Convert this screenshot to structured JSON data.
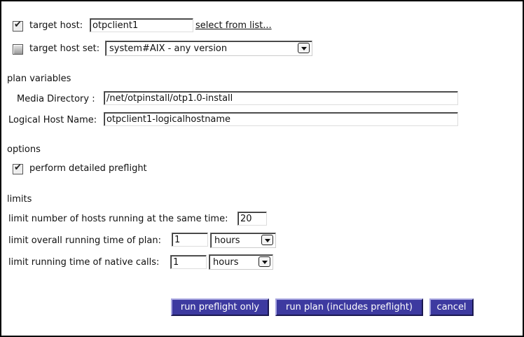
{
  "target_host": {
    "checked": true,
    "label": "target host:",
    "value": "otpclient1",
    "select_link": "select from list..."
  },
  "target_host_set": {
    "checked": false,
    "label": "target host set:",
    "selected": "system#AIX - any version"
  },
  "plan_variables": {
    "heading": "plan variables",
    "media_directory": {
      "label": "Media Directory :",
      "value": "/net/otpinstall/otp1.0-install"
    },
    "logical_host_name": {
      "label": "Logical Host Name:",
      "value": "otpclient1-logicalhostname"
    }
  },
  "options": {
    "heading": "options",
    "detailed_preflight": {
      "checked": true,
      "label": "perform detailed preflight"
    }
  },
  "limits": {
    "heading": "limits",
    "hosts": {
      "label": "limit number of hosts running at the same time:",
      "value": "20"
    },
    "plan_time": {
      "label": "limit overall running time of plan:",
      "value": "1",
      "unit": "hours"
    },
    "native_time": {
      "label": "limit running time of native calls:",
      "value": "1",
      "unit": "hours"
    }
  },
  "buttons": {
    "preflight": "run preflight only",
    "run_plan": "run plan (includes preflight)",
    "cancel": "cancel"
  }
}
